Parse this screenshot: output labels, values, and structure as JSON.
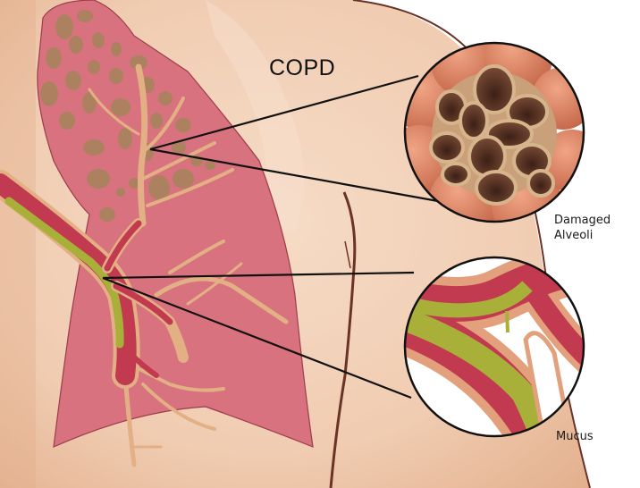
{
  "diagram": {
    "title": "COPD",
    "callouts": [
      {
        "id": "alveoli",
        "label_line1": "Damaged",
        "label_line2": "Alveoli",
        "target": "upper-lung-alveoli"
      },
      {
        "id": "mucus",
        "label": "Mucus",
        "target": "bronchus-junction"
      }
    ],
    "colors": {
      "skin_light": "#f3d3bd",
      "skin_mid": "#e7b898",
      "skin_shadow": "#d9a07c",
      "body_outline": "#6b3328",
      "lung_pink": "#d8707e",
      "lung_outline": "#9c3c4a",
      "airway_tan": "#e2b084",
      "airway_red": "#c23a4f",
      "mucus_green": "#a8b03a",
      "alveoli_pink": "#d98068",
      "alveoli_hole": "#5a3525",
      "callout_line": "#111111",
      "background": "#ffffff"
    }
  }
}
